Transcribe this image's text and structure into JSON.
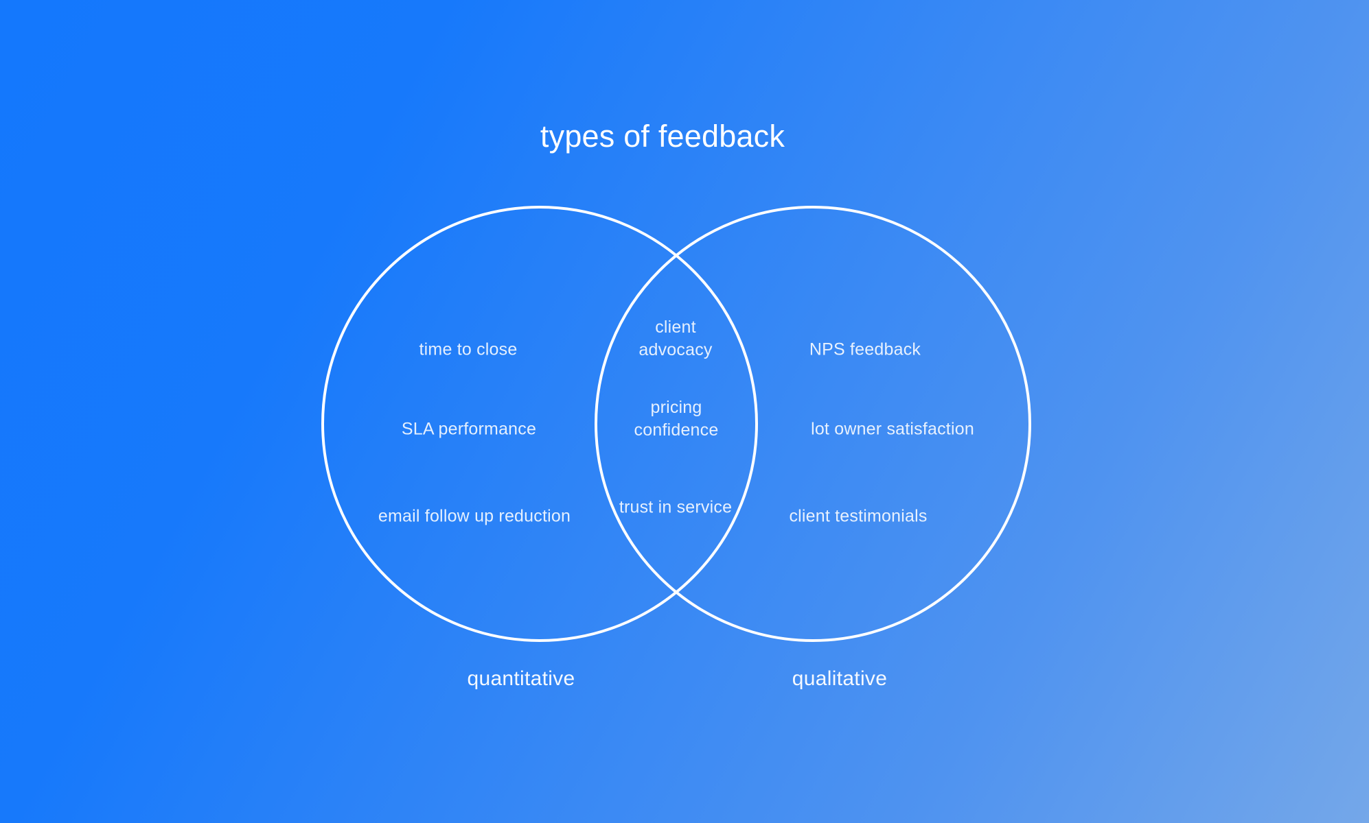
{
  "title": "types of feedback",
  "venn": {
    "left": {
      "label": "quantitative",
      "items": [
        "time to close",
        "SLA performance",
        "email follow up reduction"
      ]
    },
    "overlap": {
      "items": [
        "client advocacy",
        "pricing confidence",
        "trust in service"
      ]
    },
    "right": {
      "label": "qualitative",
      "items": [
        "NPS feedback",
        "lot owner satisfaction",
        "client testimonials"
      ]
    }
  },
  "colors": {
    "background_gradient_start": "#1478FD",
    "background_gradient_mid": "#4F93F0",
    "background_gradient_end": "#74A7E9",
    "circle_stroke": "#FFFFFF",
    "title_text": "#FFFFFF",
    "item_text": "#E2ECFB"
  }
}
